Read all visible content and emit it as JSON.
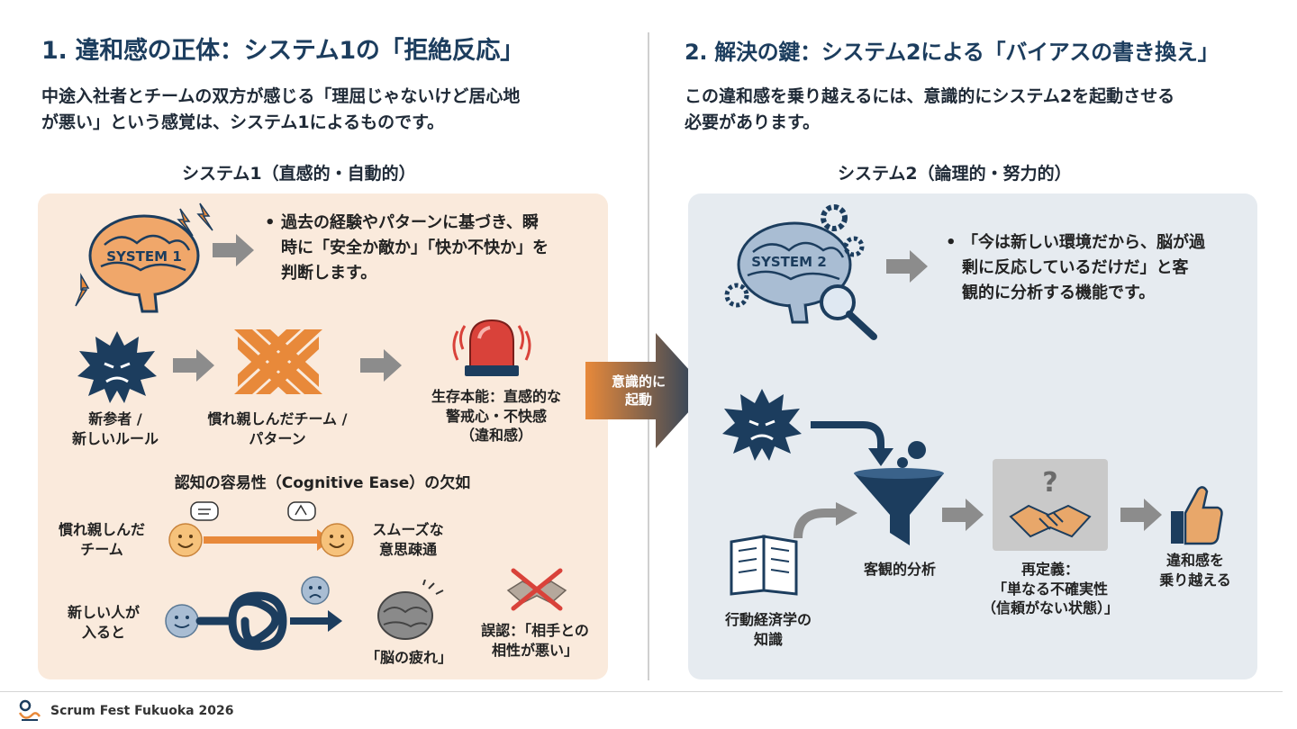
{
  "left": {
    "title": "1. 違和感の正体：システム1の「拒絶反応」",
    "lead_line1": "中途入社者とチームの双方が感じる「理屈じゃないけど居心地",
    "lead_line2": "が悪い」という感覚は、システム1によるものです。",
    "section_title": "システム1（直感的・自動的）",
    "brain_label": "SYSTEM 1",
    "bullet_lines": [
      "過去の経験やパターンに基づき、瞬",
      "時に「安全か敵か」「快か不快か」を",
      "判断します。"
    ],
    "newcomer_label": [
      "新参者 /",
      "新しいルール"
    ],
    "pattern_label": [
      "慣れ親しんだチーム /",
      "パターン"
    ],
    "instinct_label": [
      "生存本能：直感的な",
      "警戒心・不快感",
      "（違和感）"
    ],
    "ease_title": "認知の容易性（Cognitive Ease）の欠如",
    "familiar_team_label": [
      "慣れ親しんだ",
      "チーム"
    ],
    "smooth_label": [
      "スムーズな",
      "意思疎通"
    ],
    "new_person_label": [
      "新しい人が",
      "入ると"
    ],
    "brain_fatigue_label": "「脳の疲れ」",
    "misread_label": [
      "誤認：「相手との",
      "相性が悪い」"
    ]
  },
  "middle": {
    "arrow_label": [
      "意識的に",
      "起動"
    ]
  },
  "right": {
    "title": "2. 解決の鍵：システム2による「バイアスの書き換え」",
    "lead_line1": "この違和感を乗り越えるには、意識的にシステム2を起動させる",
    "lead_line2": "必要があります。",
    "section_title": "システム2（論理的・努力的）",
    "brain_label": "SYSTEM 2",
    "bullet_lines": [
      "「今は新しい環境だから、脳が過",
      "剰に反応しているだけだ」と客",
      "観的に分析する機能です。"
    ],
    "funnel_label": "客観的分析",
    "knowledge_label": [
      "行動経済学の",
      "知識"
    ],
    "redefine_label": [
      "再定義：",
      "「単なる不確実性",
      "（信頼がない状態）」"
    ],
    "overcome_label": [
      "違和感を",
      "乗り越える"
    ]
  },
  "footer": {
    "event": "Scrum Fest Fukuoka 2026"
  },
  "colors": {
    "navy": "#1c3d5e",
    "orange": "#e8893a",
    "left_panel": "#faeadc",
    "right_panel": "#e6ebf0",
    "gray_arrow": "#8c8c8c"
  }
}
